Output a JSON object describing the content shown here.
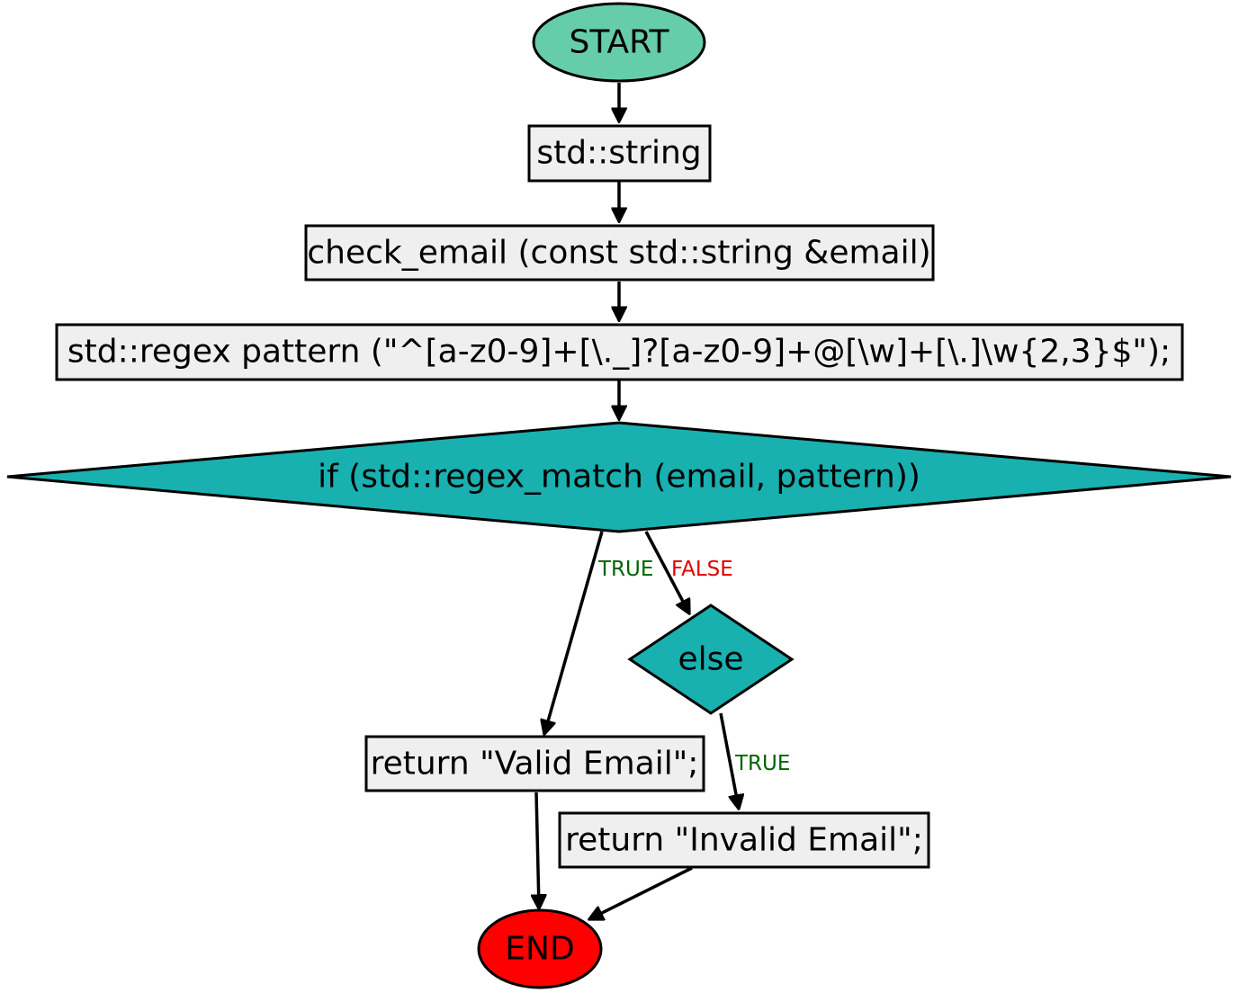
{
  "colors": {
    "start_fill": "#66cdaa",
    "end_fill": "#ff0000",
    "process_fill": "#efefef",
    "decision_fill": "#19b0b0",
    "true_label": "#006400",
    "false_label": "#e00000"
  },
  "nodes": {
    "start": "START",
    "decl": "std::string",
    "func": "check_email (const std::string &email)",
    "regex": "std::regex pattern (\"^[a-z0-9]+[\\._]?[a-z0-9]+@[\\w]+[\\.]\\w{2,3}$\");",
    "cond": "if (std::regex_match (email, pattern))",
    "else": "else",
    "valid": "return \"Valid Email\";",
    "invalid": "return \"Invalid Email\";",
    "end": "END"
  },
  "edge_labels": {
    "cond_true": "TRUE",
    "cond_false": "FALSE",
    "else_true": "TRUE"
  }
}
